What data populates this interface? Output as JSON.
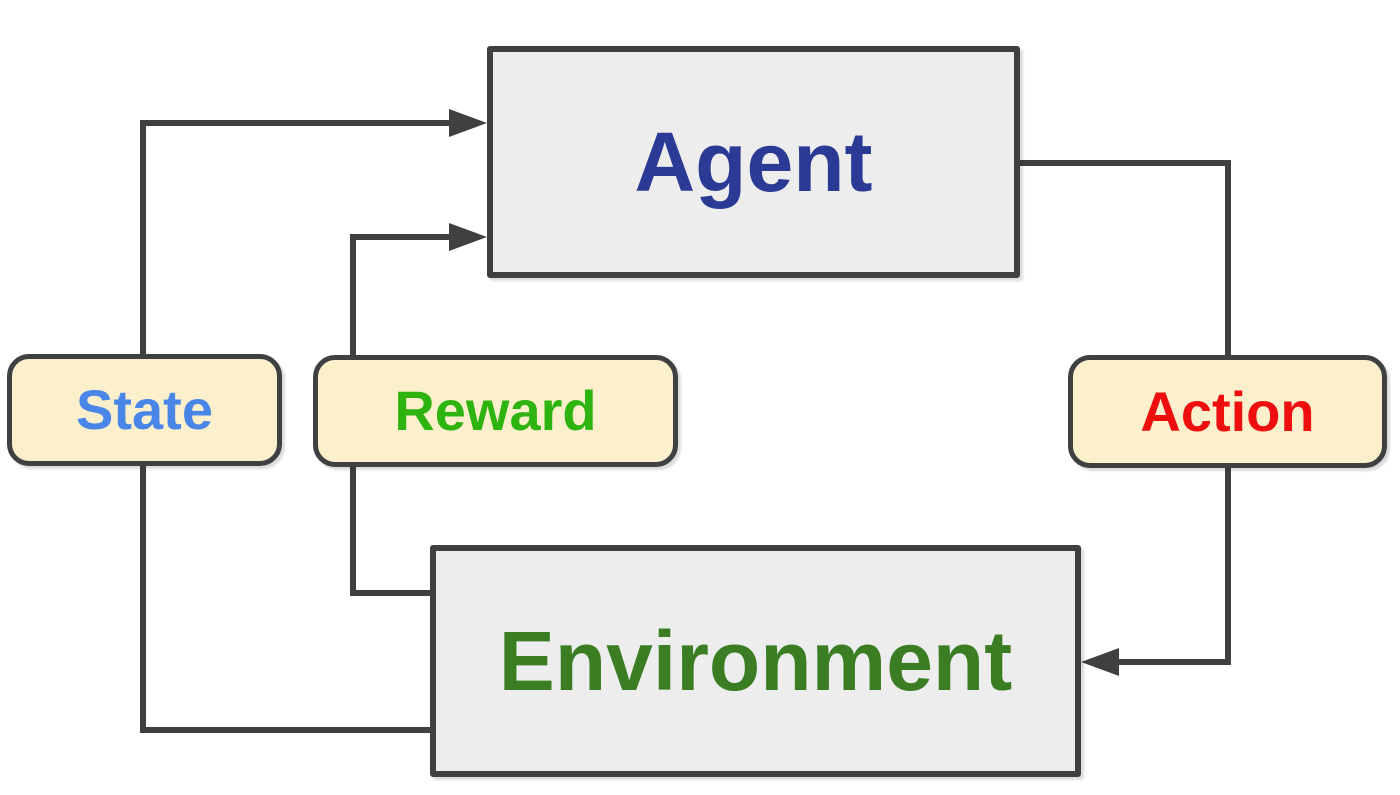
{
  "diagram": {
    "nodes": {
      "agent": {
        "label": "Agent",
        "shape": "rectangle"
      },
      "environment": {
        "label": "Environment",
        "shape": "rectangle"
      },
      "state": {
        "label": "State",
        "shape": "rounded-badge"
      },
      "reward": {
        "label": "Reward",
        "shape": "rounded-badge"
      },
      "action": {
        "label": "Action",
        "shape": "rounded-badge"
      }
    },
    "edges": [
      {
        "from": "environment",
        "to": "agent",
        "via": "state",
        "arrow_at": "agent"
      },
      {
        "from": "environment",
        "to": "agent",
        "via": "reward",
        "arrow_at": "agent"
      },
      {
        "from": "agent",
        "to": "environment",
        "via": "action",
        "arrow_at": "environment"
      }
    ]
  },
  "colors": {
    "background": "#ffffff",
    "line": "#3e4042",
    "box_fill": "#ededee",
    "pill_fill": "#fcf0cc",
    "agent_text": "#2b3a94",
    "environment_text": "#3a7d22",
    "state_text": "#4a86e8",
    "reward_text": "#2eb411",
    "action_text": "#ee0e0e"
  }
}
